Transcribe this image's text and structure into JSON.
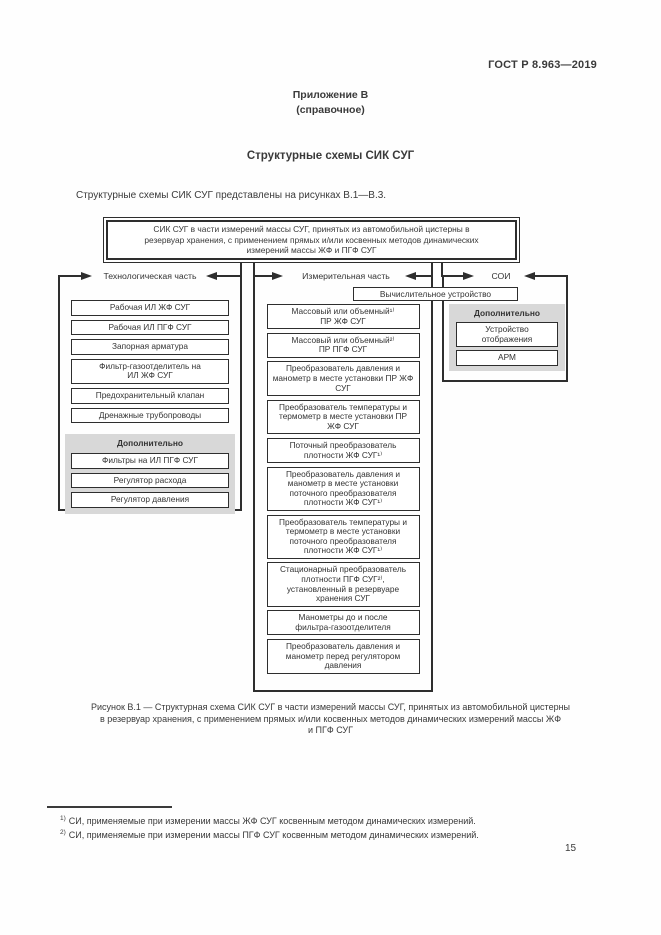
{
  "page": {
    "header_right": "ГОСТ Р 8.963—2019",
    "appendix_title": "Приложение В",
    "appendix_subtitle": "(справочное)",
    "section_title": "Структурные схемы СИК СУГ",
    "intro_text": "Структурные схемы СИК СУГ представлены на рисунках В.1—В.3.",
    "page_number": "15"
  },
  "diagram": {
    "top_box": "СИК СУГ в части измерений массы СУГ, принятых из автомобильной цистерны в\nрезервуар хранения, с применением прямых и/или косвенных методов динамических\nизмерений массы ЖФ и ПГФ СУГ",
    "computing_box": "Вычислительное устройство",
    "sections": {
      "tech": {
        "label": "Технологическая часть",
        "boxes": [
          "Рабочая ИЛ ЖФ СУГ",
          "Рабочая ИЛ ПГФ СУГ",
          "Запорная арматура",
          "Фильтр-газоотделитель на\nИЛ ЖФ СУГ",
          "Предохранительный клапан",
          "Дренажные трубопроводы"
        ],
        "optional": {
          "label": "Дополнительно",
          "boxes": [
            "Фильтры на ИЛ ПГФ СУГ",
            "Регулятор расхода",
            "Регулятор давления"
          ]
        }
      },
      "measure": {
        "label": "Измерительная часть",
        "boxes": [
          "Массовый или объемный¹⁾\nПР ЖФ СУГ",
          "Массовый или объемный²⁾\nПР ПГФ СУГ",
          "Преобразователь давления и\nманометр в месте установки ПР ЖФ\nСУГ",
          "Преобразователь температуры и\nтермометр в месте установки ПР\nЖФ СУГ",
          "Поточный преобразователь\nплотности ЖФ СУГ¹⁾",
          "Преобразователь давления и\nманометр в месте установки\nпоточного преобразователя\nплотности ЖФ СУГ¹⁾",
          "Преобразователь температуры и\nтермометр в месте установки\nпоточного преобразователя\nплотности ЖФ СУГ¹⁾",
          "Стационарный преобразователь\nплотности ПГФ СУГ²⁾,\nустановленный в резервуаре\nхранения СУГ",
          "Манометры до и после\nфильтра-газоотделителя",
          "Преобразователь давления и\nманометр перед регулятором\nдавления"
        ]
      },
      "soi": {
        "label": "СОИ",
        "optional": {
          "label": "Дополнительно",
          "boxes": [
            "Устройство\nотображения",
            "АРМ"
          ]
        }
      }
    }
  },
  "caption_lines": [
    "Рисунок В.1 — Структурная схема СИК СУГ в части измерений массы СУГ, принятых из автомобильной цистерны",
    "в резервуар хранения, с применением прямых и/или косвенных методов динамических измерений массы ЖФ",
    "и ПГФ СУГ"
  ],
  "footnotes": [
    {
      "marker": "1)",
      "text": "СИ, применяемые при измерении массы ЖФ СУГ косвенным методом динамических измерений."
    },
    {
      "marker": "2)",
      "text": "СИ, применяемые при измерении массы ПГФ СУГ косвенным методом динамических измерений."
    }
  ]
}
